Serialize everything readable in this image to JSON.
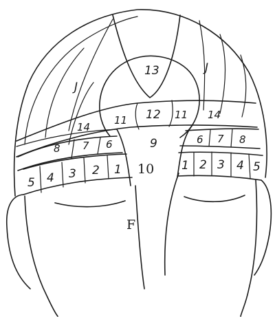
{
  "labels": {
    "z13": "13",
    "zJ_left": "J",
    "zJ_right": "J",
    "z12": "12",
    "z11_left": "11",
    "z11_right": "11",
    "z14_left": "14",
    "z14_right": "14",
    "z9": "9",
    "z10": "10",
    "zF": "F",
    "left_row": [
      "8",
      "7",
      "6"
    ],
    "right_row": [
      "6",
      "7",
      "8"
    ],
    "left_band": [
      "5",
      "4",
      "3",
      "2",
      "1"
    ],
    "right_band": [
      "1",
      "2",
      "3",
      "4",
      "5"
    ]
  }
}
